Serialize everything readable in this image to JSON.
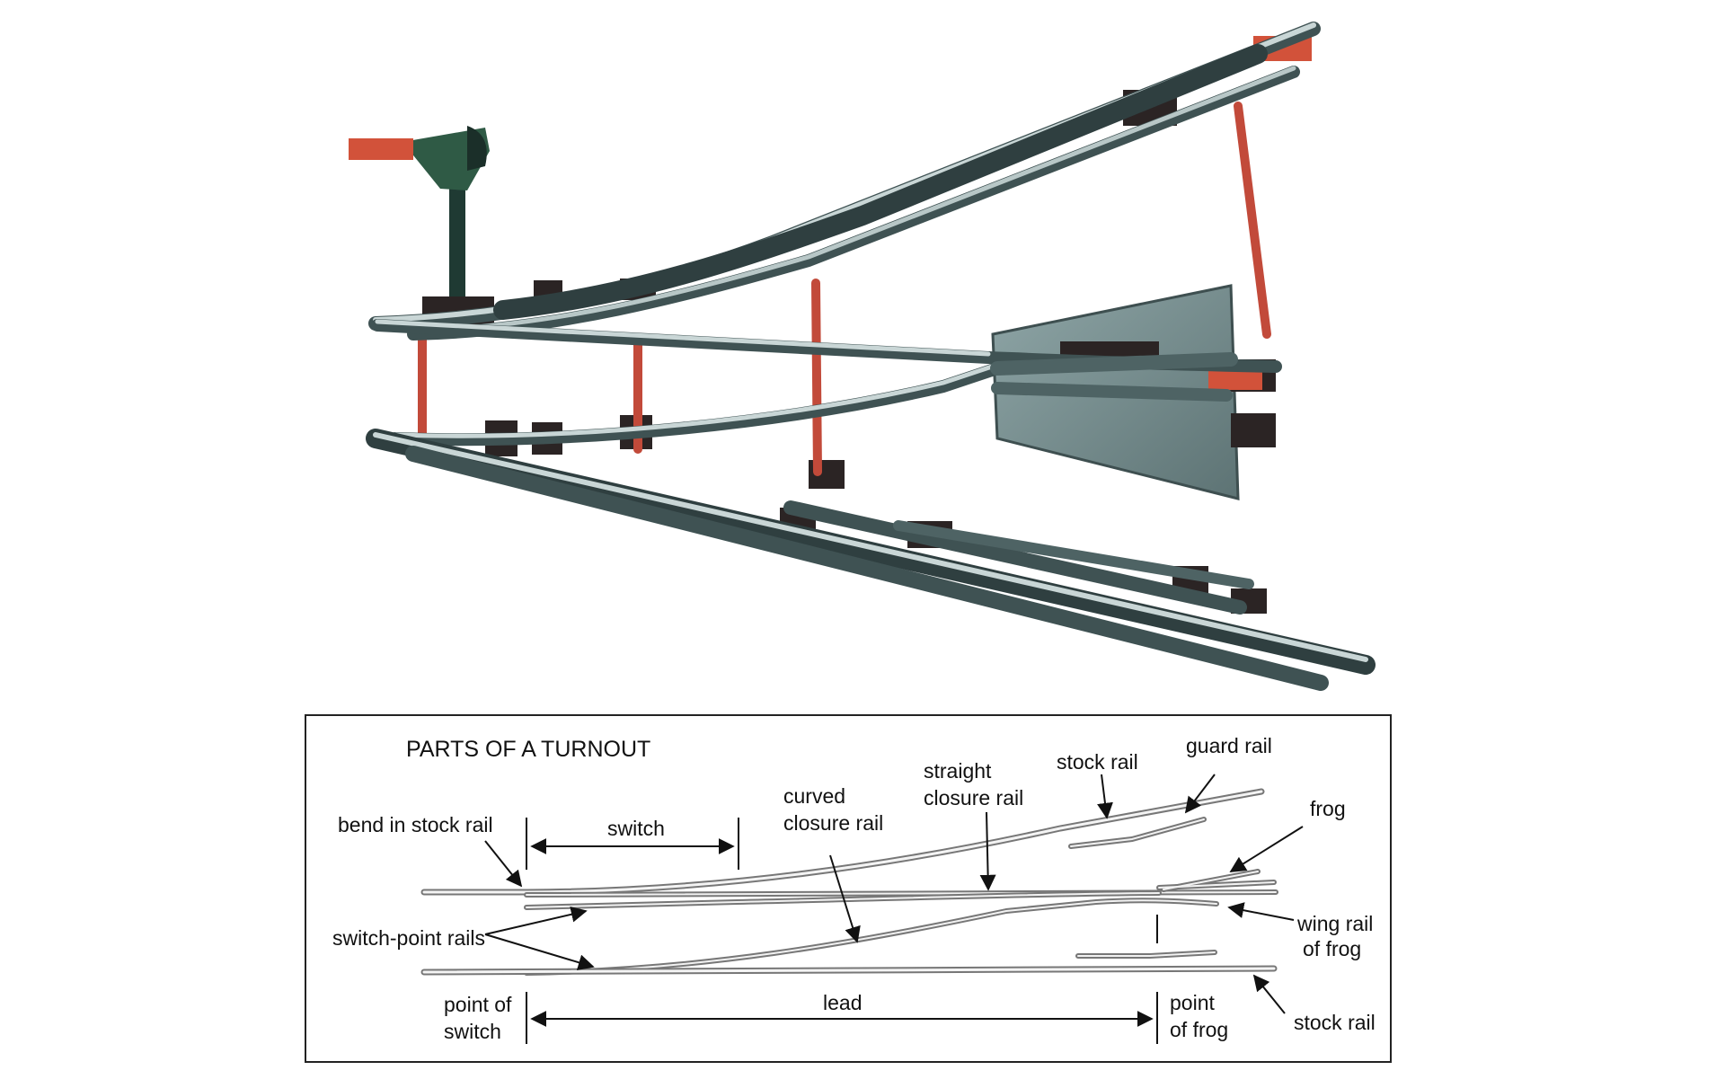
{
  "diagram": {
    "title": "PARTS OF A TURNOUT",
    "labels": {
      "stock_rail_top": "stock rail",
      "guard_rail": "guard rail",
      "straight_closure_rail_1": "straight",
      "straight_closure_rail_2": "closure rail",
      "curved_closure_rail_1": "curved",
      "curved_closure_rail_2": "closure rail",
      "bend_in_stock_rail": "bend in stock rail",
      "switch": "switch",
      "frog": "frog",
      "switch_point_rails": "switch-point rails",
      "wing_rail_1": "wing rail",
      "wing_rail_2": "of frog",
      "point_of_switch_1": "point of",
      "point_of_switch_2": "switch",
      "lead": "lead",
      "point_of_frog_1": "point",
      "point_of_frog_2": "of frog",
      "stock_rail_bottom": "stock rail"
    }
  },
  "colors": {
    "rail_steel": "#6f8a8c",
    "rail_highlight": "#c9d6d6",
    "tie_rod": "#c24a3a",
    "plate": "#7b9294",
    "dark_block": "#2b2424",
    "signal_green": "#2f5a45",
    "signal_red": "#d2523a"
  }
}
